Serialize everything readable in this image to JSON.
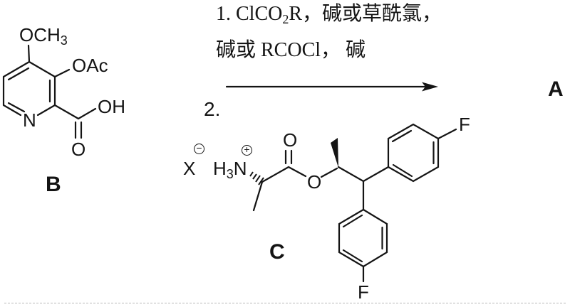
{
  "ink": "#141414",
  "scheme": {
    "product_label": "A",
    "step1": {
      "prefix": "1. ClCO",
      "sub": "2",
      "suffix": "R，碱或草酰氯，"
    },
    "step1_line2": "碱或 RCOCl，  碱",
    "step2_label": "2."
  },
  "compound_b": {
    "label": "B",
    "methoxy": {
      "prefix": "OCH",
      "sub": "3"
    },
    "acetoxy": "OAc",
    "hydroxyl": "OH",
    "carbonyl_o": "O",
    "ring_n": "N"
  },
  "compound_c": {
    "label": "C",
    "counterion": "X",
    "minus_charge": "−",
    "ammonium": {
      "h": "H",
      "sub": "3",
      "n": "N"
    },
    "plus_charge": "+",
    "carbonyl_o": "O",
    "ester_o": "O",
    "fluorine_top": "F",
    "fluorine_bottom": "F"
  }
}
